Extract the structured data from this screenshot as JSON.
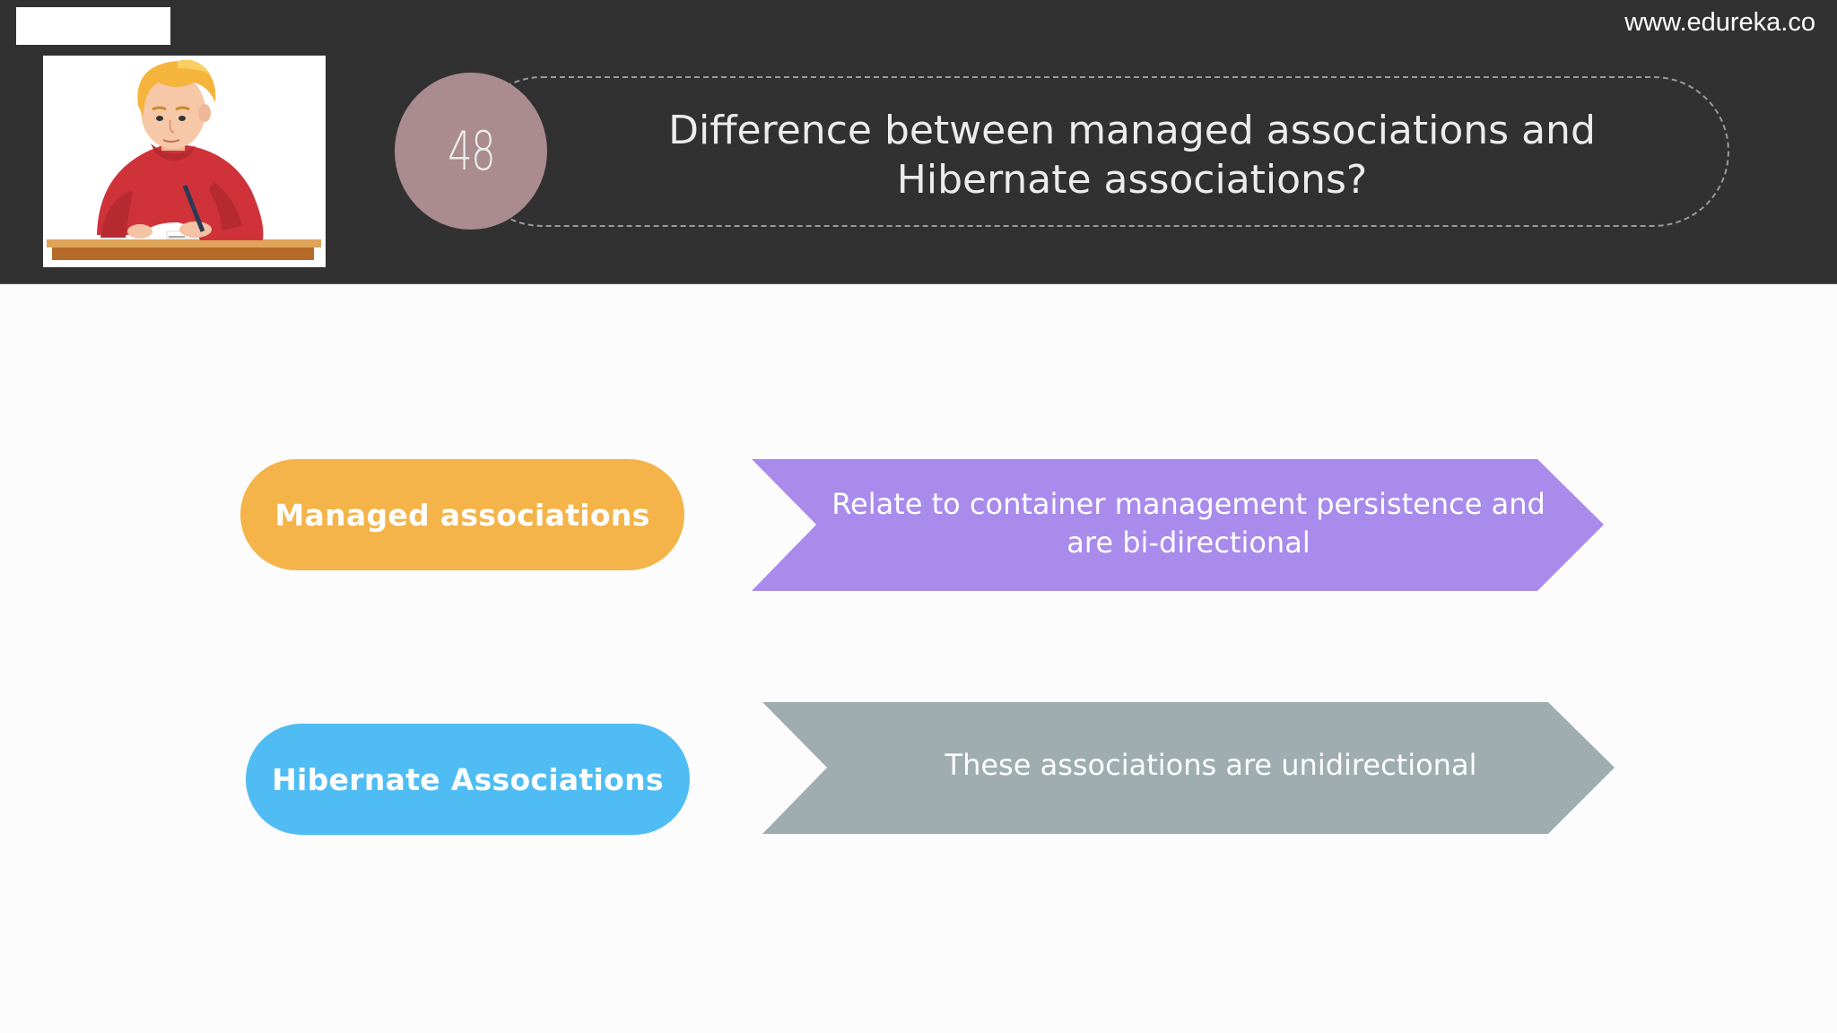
{
  "header": {
    "website": "www.edureka.co",
    "question_number": "48",
    "title": "Difference between managed associations and Hibernate associations?"
  },
  "illustration": {
    "icon": "student-writing-at-desk-illustration"
  },
  "rows": [
    {
      "label": "Managed associations",
      "description": "Relate to container management persistence and are bi-directional",
      "label_color": "#f4b449",
      "arrow_color": "#a98bec"
    },
    {
      "label": "Hibernate Associations",
      "description": "These associations are unidirectional",
      "label_color": "#4fbdf3",
      "arrow_color": "#9fadb0"
    }
  ],
  "colors": {
    "header_background": "#323132",
    "number_circle": "#a98b90",
    "slide_background": "#fcfcfc"
  }
}
